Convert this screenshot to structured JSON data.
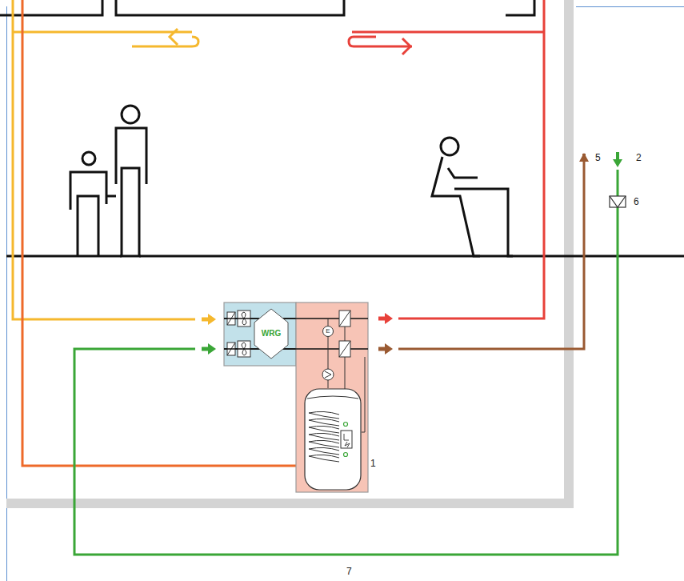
{
  "diagram": {
    "nodes": [
      {
        "text": [
          "WRG"
        ]
      },
      {
        "text": [
          "E"
        ]
      }
    ],
    "labels": [
      "1",
      "5",
      "2",
      "6",
      "7"
    ]
  }
}
